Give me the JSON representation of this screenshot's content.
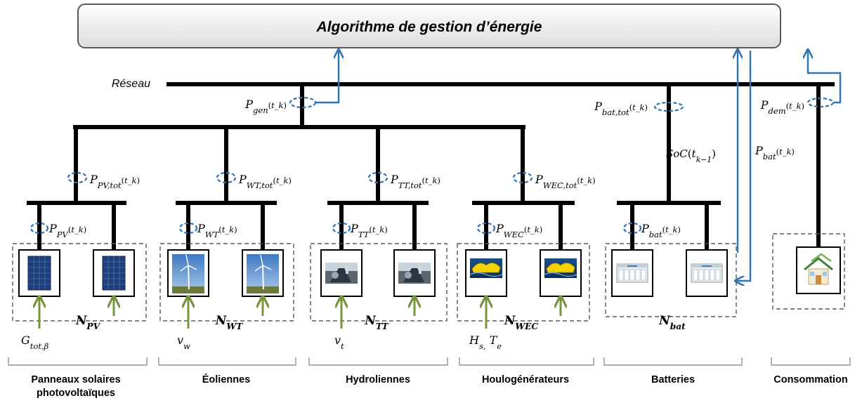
{
  "title": "Algorithme de gestion d’énergie",
  "network_label": "Réseau",
  "colors": {
    "bus": "#000000",
    "measure": "#2e75b6",
    "input_arrow": "#77933c",
    "box_fill_top": "#ffffff",
    "box_fill_bottom": "#dcdcdc",
    "box_border": "#595959"
  },
  "signals": {
    "p_gen": "P_gen(t_k)",
    "p_bat_tot": "P_bat,tot(t_k)",
    "soc": "SoC(t_k−1)",
    "p_dem": "P_dem(t_k)",
    "p_bat": "P_bat(t_k)"
  },
  "groups": [
    {
      "id": "pv",
      "tot_signal": "P_PV,tot(t_k)",
      "unit_signal": "P_PV(t_k)",
      "count_label": "N_PV",
      "input": "G_tot,β",
      "category": "Panneaux solaires photovoltaïques",
      "icon": "solar-panel-icon"
    },
    {
      "id": "wt",
      "tot_signal": "P_WT,tot(t_k)",
      "unit_signal": "P_WT(t_k)",
      "count_label": "N_WT",
      "input": "v_w",
      "category": "Éoliennes",
      "icon": "wind-turbine-icon"
    },
    {
      "id": "tt",
      "tot_signal": "P_TT,tot(t_k)",
      "unit_signal": "P_TT(t_k)",
      "count_label": "N_TT",
      "input": "v_t",
      "category": "Hydroliennes",
      "icon": "tidal-turbine-icon"
    },
    {
      "id": "wec",
      "tot_signal": "P_WEC,tot(t_k)",
      "unit_signal": "P_WEC(t_k)",
      "count_label": "N_WEC",
      "input": "H_s, T_e",
      "category": "Houlogénérateurs",
      "icon": "wave-energy-converter-icon"
    },
    {
      "id": "bat",
      "unit_signal": "P_bat(t_k)",
      "count_label": "N_bat",
      "category": "Batteries",
      "icon": "battery-container-icon"
    },
    {
      "id": "cons",
      "category": "Consommation",
      "icon": "house-icon"
    }
  ]
}
